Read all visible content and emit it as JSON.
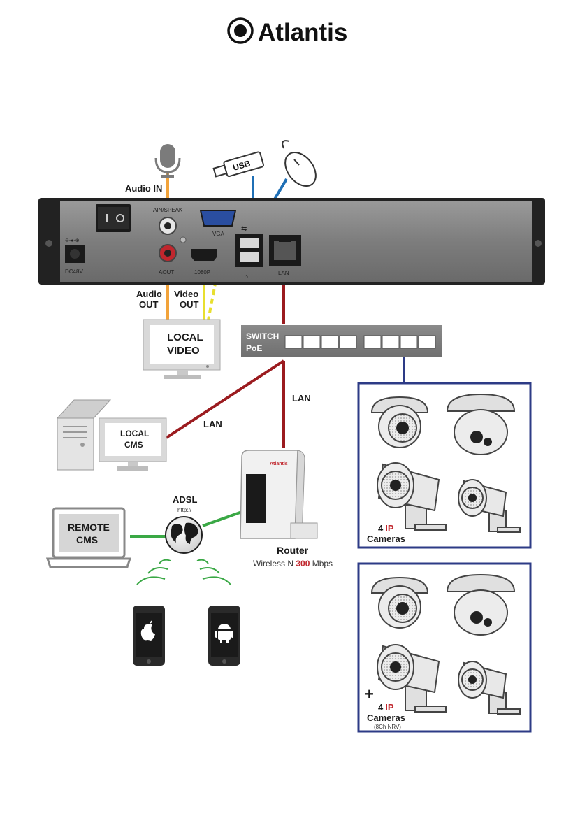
{
  "brand": {
    "name": "Atlantis"
  },
  "nvr": {
    "ports": {
      "ain_speak": "AIN/SPEAK",
      "vga": "VGA",
      "aout": "AOUT",
      "hdmi": "1080P",
      "lan": "LAN",
      "dc": "DC48V"
    }
  },
  "labels": {
    "audio_in": "Audio IN",
    "usb": "USB",
    "audio_out_1": "Audio",
    "audio_out_2": "OUT",
    "video_out_1": "Video",
    "video_out_2": "OUT",
    "local_video_1": "LOCAL",
    "local_video_2": "VIDEO",
    "switch_1": "SWITCH",
    "switch_2": "PoE",
    "lan_1": "LAN",
    "lan_2": "LAN",
    "local_cms_1": "LOCAL",
    "local_cms_2": "CMS",
    "remote_cms_1": "REMOTE",
    "remote_cms_2": "CMS",
    "adsl": "ADSL",
    "http": "http://",
    "router_brand": "Atlantis",
    "router": "Router",
    "router_spec_pre": "Wireless N ",
    "router_spec_num": "300",
    "router_spec_post": " Mbps"
  },
  "camera_groups": [
    {
      "count": "4",
      "ip": "IP",
      "word": "Cameras",
      "plus": "",
      "note": ""
    },
    {
      "count": "4",
      "ip": "IP",
      "word": "Cameras",
      "plus": "+",
      "note": "(8Ch NRV)"
    }
  ],
  "colors": {
    "lan_cable": "#9b1b1f",
    "usb_cable": "#1f6fb5",
    "audio_cable": "#f2a33a",
    "video_cable": "#e8df2f",
    "internet_link": "#3aa845",
    "camera_frame": "#2d3b86",
    "accent_red": "#c0262d"
  }
}
